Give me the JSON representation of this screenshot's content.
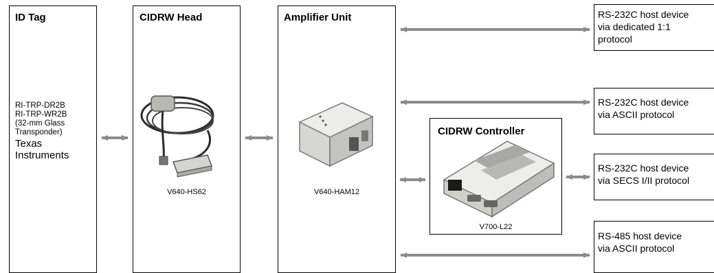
{
  "id_tag": {
    "title": "ID Tag",
    "models": [
      "RI-TRP-DR2B",
      "RI-TRP-WR2B",
      "(32-mm Glass",
      "Transponder)"
    ],
    "maker": [
      "Texas",
      "Instruments"
    ]
  },
  "head": {
    "title": "CIDRW Head",
    "model": "V640-HS62"
  },
  "amplifier": {
    "title": "Amplifier Unit",
    "model": "V640-HAM12"
  },
  "controller": {
    "title": "CIDRW Controller",
    "model": "V700-L22"
  },
  "hosts": [
    {
      "lines": [
        "RS-232C host device",
        "via dedicated 1:1",
        "protocol"
      ]
    },
    {
      "lines": [
        "RS-232C host device",
        "via ASCII protocol"
      ]
    },
    {
      "lines": [
        "RS-232C host device",
        "via SECS I/II protocol"
      ]
    },
    {
      "lines": [
        "RS-485 host device",
        "via ASCII protocol"
      ]
    }
  ],
  "colors": {
    "arrow": "#8c8c8c",
    "border": "#000000",
    "device": "#d9d9d6"
  }
}
